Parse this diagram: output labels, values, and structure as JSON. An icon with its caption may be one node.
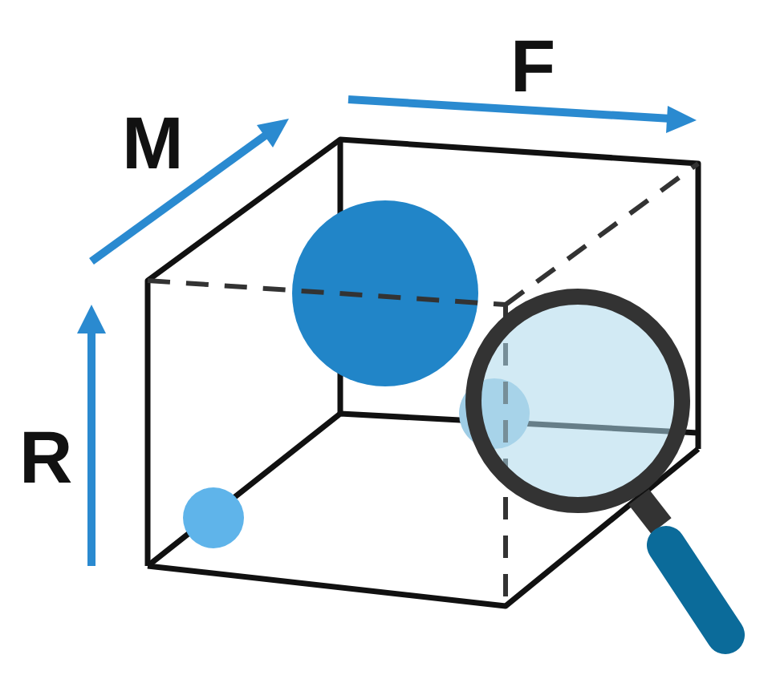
{
  "diagram": {
    "labels": [
      "M",
      "F",
      "R"
    ]
  }
}
